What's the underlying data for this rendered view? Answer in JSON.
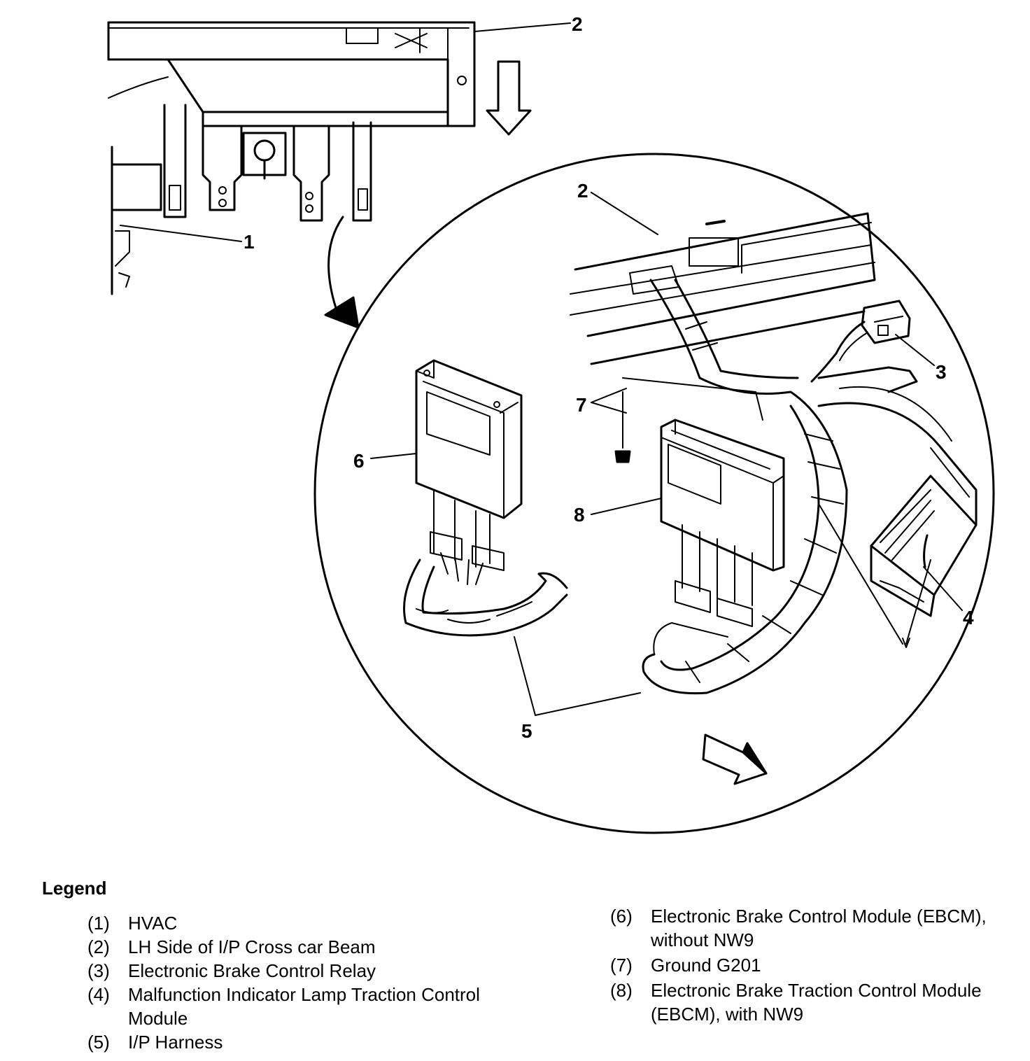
{
  "callouts": {
    "c1": "1",
    "c2_top": "2",
    "c2_detail": "2",
    "c3": "3",
    "c4": "4",
    "c5": "5",
    "c6": "6",
    "c7": "7",
    "c8": "8"
  },
  "legend": {
    "title": "Legend",
    "left_items": [
      {
        "num": "(1)",
        "text": "HVAC"
      },
      {
        "num": "(2)",
        "text": "LH Side of I/P Cross car Beam"
      },
      {
        "num": "(3)",
        "text": "Electronic Brake Control Relay"
      },
      {
        "num": "(4)",
        "text": "Malfunction Indicator Lamp Traction Control Module"
      },
      {
        "num": "(5)",
        "text": "I/P Harness"
      }
    ],
    "right_items": [
      {
        "num": "(6)",
        "text": "Electronic Brake Control Module (EBCM), without NW9"
      },
      {
        "num": "(7)",
        "text": "Ground G201"
      },
      {
        "num": "(8)",
        "text": "Electronic Brake Traction Control Module (EBCM), with NW9"
      }
    ]
  }
}
